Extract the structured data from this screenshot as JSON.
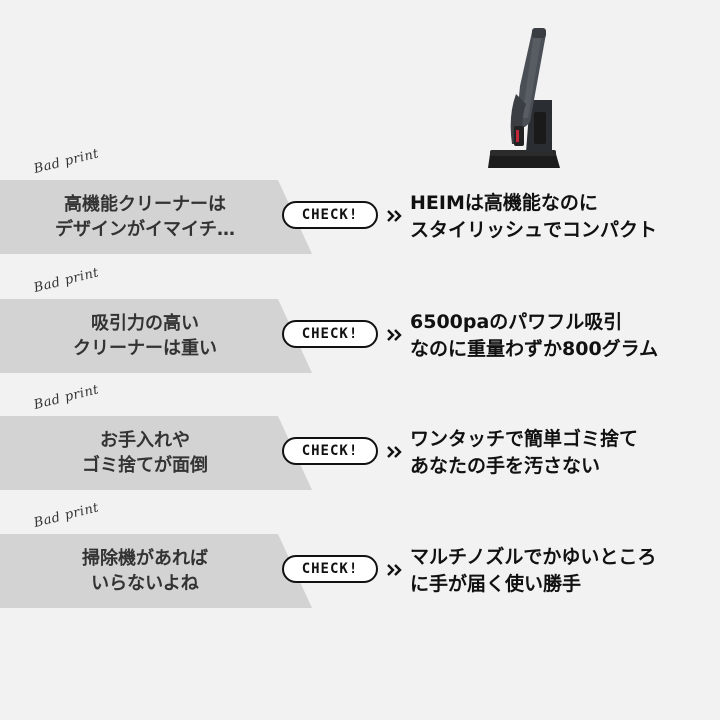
{
  "bad_print_label": "Bad print",
  "check_label": "CHECK!",
  "rows": [
    {
      "problem": [
        "高機能クリーナーは",
        "デザインがイマイチ…"
      ],
      "solution": [
        "HEIMは高機能なのに",
        "スタイリッシュでコンパクト"
      ]
    },
    {
      "problem": [
        "吸引力の高い",
        "クリーナーは重い"
      ],
      "solution": [
        "6500paのパワフル吸引",
        "なのに重量わずか800グラム"
      ]
    },
    {
      "problem": [
        "お手入れや",
        "ゴミ捨てが面倒"
      ],
      "solution": [
        "ワンタッチで簡単ゴミ捨て",
        "あなたの手を汚さない"
      ]
    },
    {
      "problem": [
        "掃除機があれば",
        "いらないよね"
      ],
      "solution": [
        "マルチノズルでかゆいところ",
        "に手が届く使い勝手"
      ]
    }
  ],
  "colors": {
    "background": "#f2f2f2",
    "problem_band": "#d3d3d3",
    "check_border": "#111111",
    "product_body": "#4a4f55",
    "product_accent": "#c0283a"
  }
}
